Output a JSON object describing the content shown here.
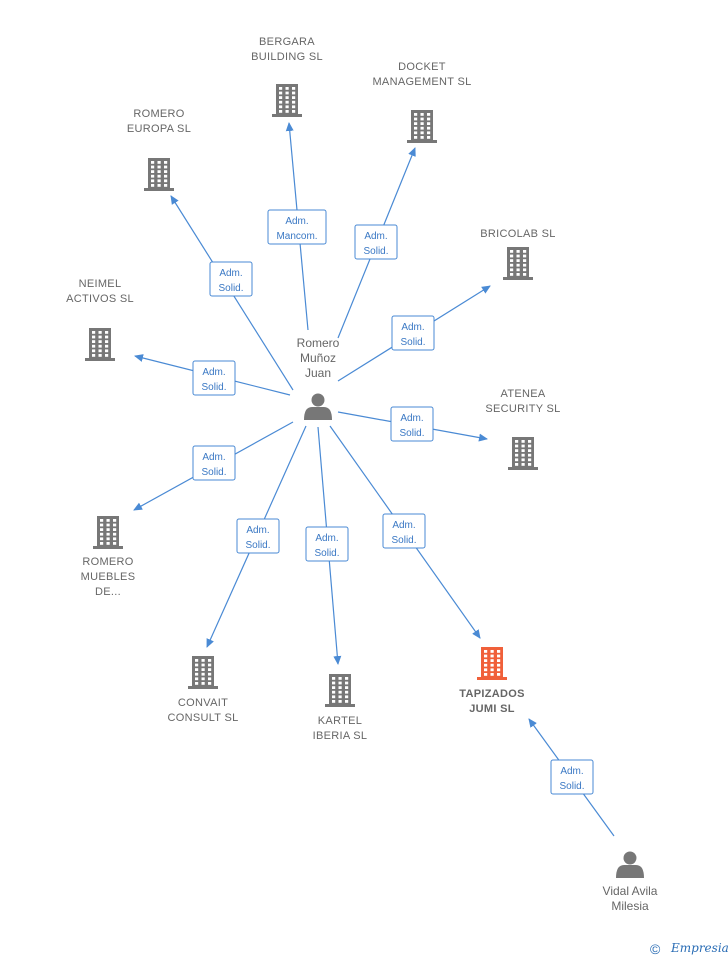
{
  "center_person": {
    "lines": [
      "Romero",
      "Muñoz",
      "Juan"
    ]
  },
  "secondary_person": {
    "lines": [
      "Vidal Avila",
      "Milesia"
    ]
  },
  "companies": [
    {
      "id": "bergara",
      "lines": [
        "BERGARA",
        "BUILDING SL"
      ],
      "highlight": false
    },
    {
      "id": "docket",
      "lines": [
        "DOCKET",
        "MANAGEMENT SL"
      ],
      "highlight": false
    },
    {
      "id": "romero-europa",
      "lines": [
        "ROMERO",
        "EUROPA SL"
      ],
      "highlight": false
    },
    {
      "id": "bricolab",
      "lines": [
        "BRICOLAB SL"
      ],
      "highlight": false
    },
    {
      "id": "neimel",
      "lines": [
        "NEIMEL",
        "ACTIVOS SL"
      ],
      "highlight": false
    },
    {
      "id": "atenea",
      "lines": [
        "ATENEA",
        "SECURITY SL"
      ],
      "highlight": false
    },
    {
      "id": "romero-muebles",
      "lines": [
        "ROMERO",
        "MUEBLES",
        "DE..."
      ],
      "highlight": false
    },
    {
      "id": "convait",
      "lines": [
        "CONVAIT",
        "CONSULT SL"
      ],
      "highlight": false
    },
    {
      "id": "kartel",
      "lines": [
        "KARTEL",
        "IBERIA SL"
      ],
      "highlight": false
    },
    {
      "id": "tapizados",
      "lines": [
        "TAPIZADOS",
        "JUMI SL"
      ],
      "highlight": true
    }
  ],
  "relations": [
    {
      "from": "center",
      "to": "bergara",
      "role": [
        "Adm.",
        "Mancom."
      ]
    },
    {
      "from": "center",
      "to": "docket",
      "role": [
        "Adm.",
        "Solid."
      ]
    },
    {
      "from": "center",
      "to": "romero-europa",
      "role": [
        "Adm.",
        "Solid."
      ]
    },
    {
      "from": "center",
      "to": "bricolab",
      "role": [
        "Adm.",
        "Solid."
      ]
    },
    {
      "from": "center",
      "to": "neimel",
      "role": [
        "Adm.",
        "Solid."
      ]
    },
    {
      "from": "center",
      "to": "atenea",
      "role": [
        "Adm.",
        "Solid."
      ]
    },
    {
      "from": "center",
      "to": "romero-muebles",
      "role": [
        "Adm.",
        "Solid."
      ]
    },
    {
      "from": "center",
      "to": "convait",
      "role": [
        "Adm.",
        "Solid."
      ]
    },
    {
      "from": "center",
      "to": "kartel",
      "role": [
        "Adm.",
        "Solid."
      ]
    },
    {
      "from": "center",
      "to": "tapizados",
      "role": [
        "Adm.",
        "Solid."
      ]
    },
    {
      "from": "secondary",
      "to": "tapizados",
      "role": [
        "Adm.",
        "Solid."
      ]
    }
  ],
  "colors": {
    "edge": "#4a8ad4",
    "building": "#777777",
    "building_highlight": "#f0603a",
    "person": "#777777"
  },
  "footer": {
    "copyright_symbol": "©",
    "brand": "Empresia"
  }
}
